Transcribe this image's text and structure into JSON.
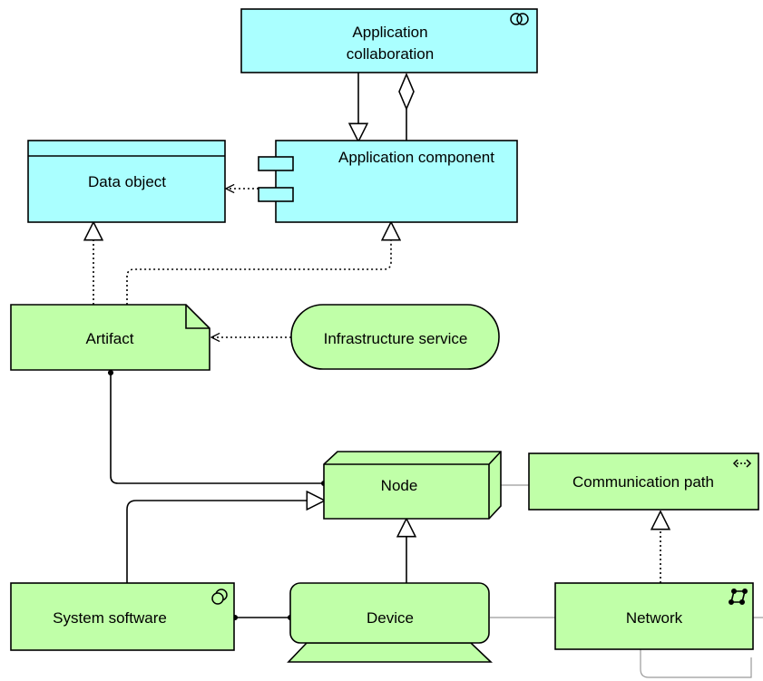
{
  "elements": {
    "app_collaboration": {
      "label_line1": "Application",
      "label_line2": "collaboration",
      "icon": "collaboration-icon"
    },
    "app_component": {
      "label": "Application component"
    },
    "data_object": {
      "label": "Data object"
    },
    "artifact": {
      "label": "Artifact"
    },
    "infrastructure_service": {
      "label": "Infrastructure service"
    },
    "node": {
      "label": "Node"
    },
    "communication_path": {
      "label": "Communication path",
      "icon": "communication-path-icon"
    },
    "system_software": {
      "label": "System software",
      "icon": "system-software-icon"
    },
    "device": {
      "label": "Device"
    },
    "network": {
      "label": "Network",
      "icon": "network-icon"
    }
  },
  "colors": {
    "application_layer": "#aaffff",
    "technology_layer": "#c0ffa8",
    "line": "#000000",
    "faint_line": "#9a9a9a"
  }
}
